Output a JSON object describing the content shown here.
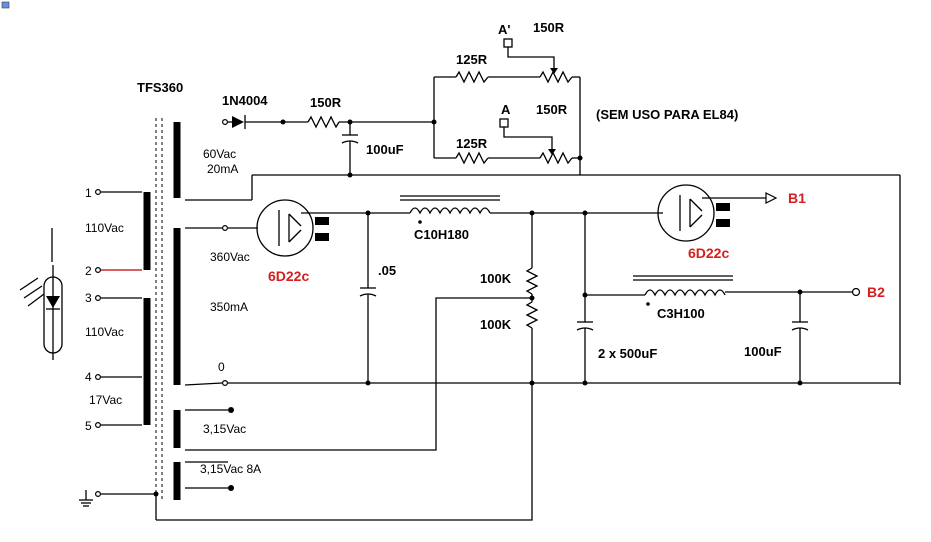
{
  "transformer": {
    "name": "TFS360",
    "primary_pins": [
      "1",
      "2",
      "3",
      "4",
      "5"
    ],
    "primary_1": "110Vac",
    "primary_2": "110Vac",
    "primary_3": "17Vac",
    "sec_bias_v": "60Vac",
    "sec_bias_i": "20mA",
    "sec_hv_v": "360Vac",
    "sec_hv_i": "350mA",
    "sec_hv_zero": "0",
    "heater_1": "3,15Vac",
    "heater_2": "3,15Vac  8A"
  },
  "bias": {
    "diode": "1N4004",
    "resistor": "150R",
    "capacitor": "100uF",
    "r_a": "125R",
    "pot_a": "150R",
    "out_a": "A'",
    "r_b": "125R",
    "pot_b": "150R",
    "out_b": "A",
    "note": "(SEM USO PARA EL84)"
  },
  "rectifier_1": "6D22c",
  "rectifier_2": "6D22c",
  "cap_05": ".05",
  "choke_1": "C10H180",
  "divider_top": "100K",
  "divider_bottom": "100K",
  "cap_main": "2 x 500uF",
  "choke_2": "C3H100",
  "cap_out": "100uF",
  "out_b1": "B1",
  "out_b2": "B2"
}
